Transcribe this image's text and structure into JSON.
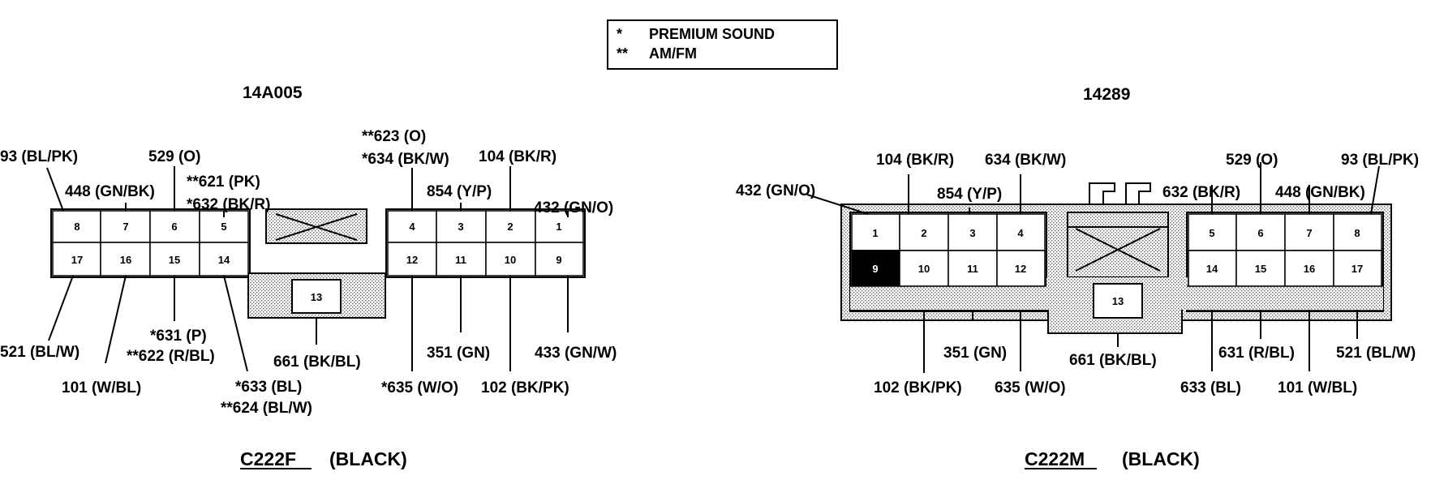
{
  "legend": [
    {
      "mark": "*",
      "text": "PREMIUM SOUND"
    },
    {
      "mark": "**",
      "text": "AM/FM"
    }
  ],
  "connectors": [
    {
      "part_number": "14A005",
      "name": "C222F",
      "color": "(BLACK)",
      "top_pins": [
        "8",
        "7",
        "6",
        "5",
        "4",
        "3",
        "2",
        "1"
      ],
      "bottom_pins": [
        "17",
        "16",
        "15",
        "14",
        "13",
        "12",
        "11",
        "10",
        "9"
      ],
      "labels": [
        "93 (BL/PK)",
        "448 (GN/BK)",
        "529 (O)",
        "**621 (PK)",
        "*632 (BK/R)",
        "**623 (O)",
        "*634 (BK/W)",
        "854 (Y/P)",
        "104 (BK/R)",
        "432 (GN/O)",
        "521 (BL/W)",
        "101 (W/BL)",
        "*631 (P)",
        "**622 (R/BL)",
        "*633 (BL)",
        "**624 (BL/W)",
        "661 (BK/BL)",
        "*635 (W/O)",
        "351 (GN)",
        "102 (BK/PK)",
        "433 (GN/W)"
      ]
    },
    {
      "part_number": "14289",
      "name": "C222M",
      "color": "(BLACK)",
      "top_pins": [
        "1",
        "2",
        "3",
        "4",
        "5",
        "6",
        "7",
        "8"
      ],
      "bottom_pins": [
        "9",
        "10",
        "11",
        "12",
        "13",
        "14",
        "15",
        "16",
        "17"
      ],
      "labels": [
        "432 (GN/O)",
        "104 (BK/R)",
        "634 (BK/W)",
        "854 (Y/P)",
        "529 (O)",
        "93 (BL/PK)",
        "632 (BK/R)",
        "448 (GN/BK)",
        "351 (GN)",
        "102 (BK/PK)",
        "635 (W/O)",
        "661 (BK/BL)",
        "633 (BL)",
        "631 (R/BL)",
        "101 (W/BL)",
        "521 (BL/W)"
      ]
    }
  ]
}
